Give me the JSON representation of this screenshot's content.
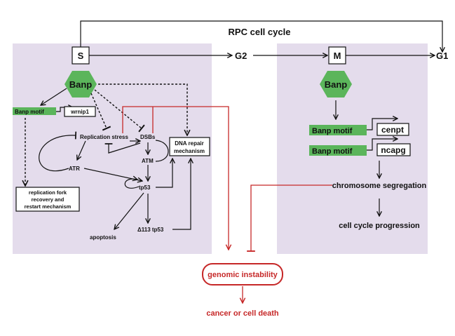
{
  "title": "RPC cell cycle",
  "phases": {
    "s": "S",
    "g2": "G2",
    "m": "M",
    "g1": "G1"
  },
  "left": {
    "banp": "Banp",
    "banp_motif": "Banp motif",
    "wrnip1": "wrnip1",
    "replication_stress": "Replication stress",
    "dsbs": "DSBs",
    "atr": "ATR",
    "atm": "ATM",
    "tp53": "tp53",
    "dna_repair": [
      "DNA repair",
      "mechanism"
    ],
    "fork_recovery": [
      "replication fork",
      "recovery and",
      "restart mechanism"
    ],
    "apoptosis": "apoptosis",
    "delta_tp53": "Δ113 tp53"
  },
  "right": {
    "banp": "Banp",
    "banp_motif_1": "Banp motif",
    "cenpt": "cenpt",
    "banp_motif_2": "Banp motif",
    "ncapg": "ncapg",
    "chromosome_segregation": "chromosome segregation",
    "cell_cycle_progression": "cell cycle progression"
  },
  "bottom": {
    "genomic_instability": "genomic instability",
    "outcome": "cancer or cell death"
  },
  "colors": {
    "panel": "#e4dcec",
    "banp_green": "#5bb55b",
    "inhibition_red": "#c62828",
    "line": "#111111"
  }
}
